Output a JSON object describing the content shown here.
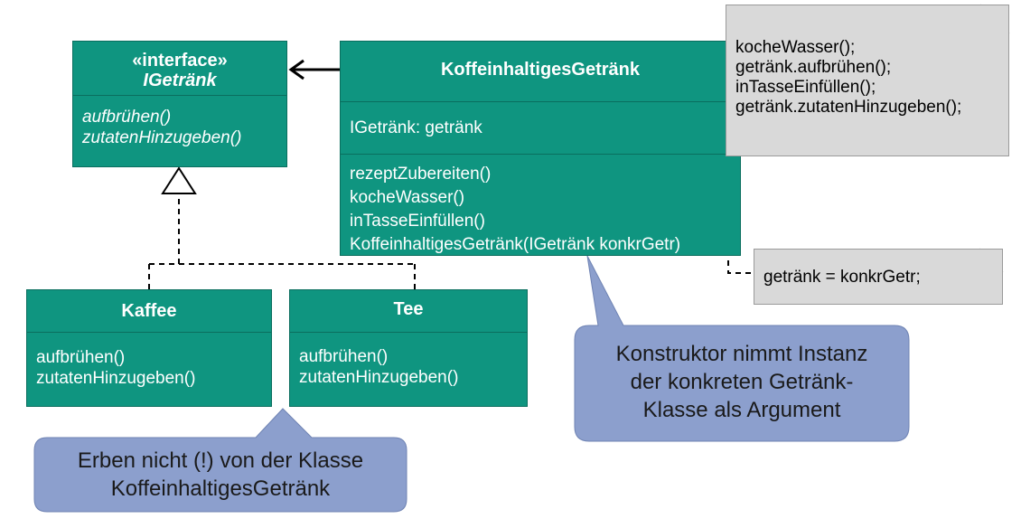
{
  "interface": {
    "stereotype": "«interface»",
    "name": "IGetränk",
    "methods": [
      "aufbrühen()",
      "zutatenHinzugeben()"
    ]
  },
  "koffein": {
    "name": "KoffeinhaltigesGetränk",
    "attribute": "IGetränk: getränk",
    "methods": [
      "rezeptZubereiten()",
      "kocheWasser()",
      "inTasseEinfüllen()",
      "KoffeinhaltigesGetränk(IGetränk konkrGetr)"
    ]
  },
  "kaffee": {
    "name": "Kaffee",
    "methods": [
      "aufbrühen()",
      "zutatenHinzugeben()"
    ]
  },
  "tee": {
    "name": "Tee",
    "methods": [
      "aufbrühen()",
      "zutatenHinzugeben()"
    ]
  },
  "note_rezept": {
    "lines": [
      "kocheWasser();",
      "getränk.aufbrühen();",
      "inTasseEinfüllen();",
      "getränk.zutatenHinzugeben();"
    ]
  },
  "note_constructor": {
    "text": "getränk = konkrGetr;"
  },
  "callout_constructor": {
    "lines": [
      "Konstruktor nimmt Instanz",
      "der konkreten Getränk-",
      "Klasse als Argument"
    ]
  },
  "callout_inherit": {
    "lines": [
      "Erben nicht (!) von der Klasse",
      "KoffeinhaltigesGetränk"
    ]
  },
  "colors": {
    "class_fill": "#0f9580",
    "note_fill": "#d9d9d9",
    "callout_fill": "#8c9fcd"
  }
}
